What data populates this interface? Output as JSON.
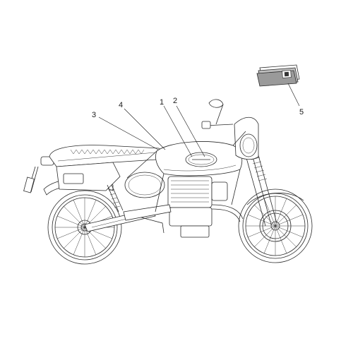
{
  "callouts": [
    {
      "id": "1",
      "label": "1"
    },
    {
      "id": "2",
      "label": "2"
    },
    {
      "id": "3",
      "label": "3"
    },
    {
      "id": "4",
      "label": "4"
    },
    {
      "id": "5",
      "label": "5"
    }
  ],
  "icons": {
    "motorcycle": "motorcycle-line-drawing",
    "booklet": "decal-sheet-booklet",
    "tank_badge": "tank-logo-badge"
  },
  "colors": {
    "line": "#2a2a2a",
    "background": "#ffffff",
    "booklet_fill": "#9a9a9a"
  }
}
